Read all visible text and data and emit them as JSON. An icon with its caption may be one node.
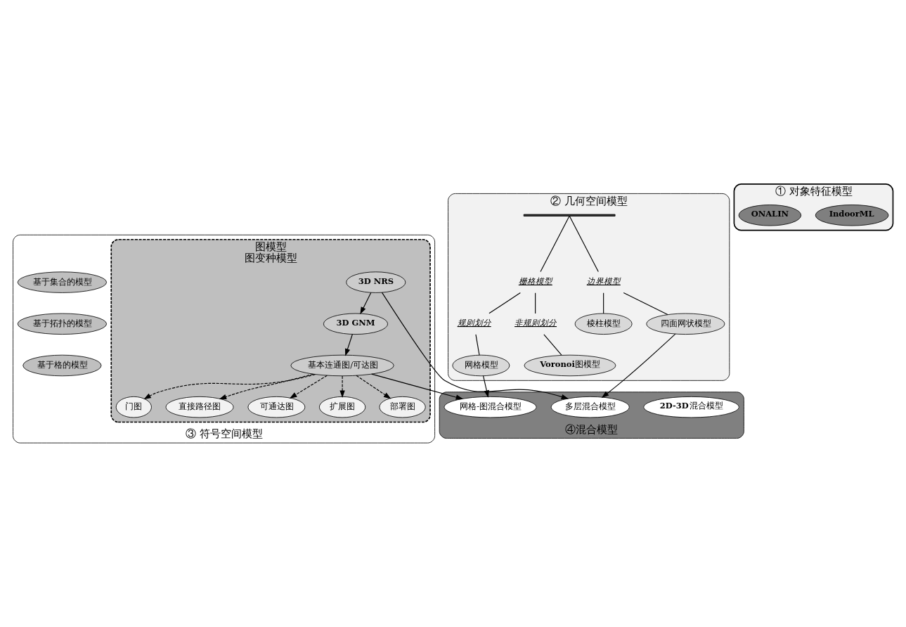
{
  "diagram": {
    "nodes": [
      {
        "text": [
          "② 几何空间模型"
        ]
      },
      {
        "text": [
          "边界模型"
        ],
        "in": 0
      },
      {
        "text": [
          "栅格模型"
        ],
        "in": 0
      },
      {
        "text": [
          "规则划分"
        ],
        "in": 0
      },
      {
        "text": [
          "非规则划分"
        ],
        "in": 0
      },
      {
        "text": [
          "棱柱模型"
        ],
        "in": 0
      },
      {
        "text": [
          "四面网状模型"
        ],
        "in": 0
      },
      {
        "text": [
          "网格模型"
        ],
        "in": 0
      },
      {
        "text": [
          "**Voronoi**图模型"
        ],
        "in": 0
      },
      {
        "text": [
          "① 对象特征模型"
        ]
      },
      {
        "text": [
          "IndoorML"
        ],
        "in": 9
      },
      {
        "text": [
          "ONALIN"
        ],
        "in": 9
      },
      {
        "text": [
          "④混合模型"
        ]
      },
      {
        "text": [
          "**2D-3D**混合模型"
        ],
        "in": 12
      },
      {
        "text": [
          "多层混合模型"
        ],
        "in": 12
      },
      {
        "text": [
          "网格-图混合模型"
        ],
        "in": 12
      },
      {
        "text": [
          "③ 符号空间模型"
        ]
      },
      {
        "text": [
          "基于集合的模型"
        ],
        "in": 16
      },
      {
        "text": [
          "基于拓扑的模型"
        ],
        "in": 16
      },
      {
        "text": [
          "基于格的模型"
        ],
        "in": 16
      },
      {
        "text": [
          "图模型",
          "图变种模型"
        ],
        "in": 16
      },
      {
        "text": [
          "3D NRS"
        ],
        "in": 20
      },
      {
        "text": [
          "3D GNM"
        ],
        "in": 20
      },
      {
        "text": [
          "基本连通图/可达图"
        ],
        "in": 20
      },
      {
        "text": [
          "部署图"
        ],
        "in": 20
      },
      {
        "text": [
          "门图"
        ],
        "in": 20
      },
      {
        "text": [
          "直接路径图"
        ],
        "in": 20
      },
      {
        "text": [
          "可通达图"
        ],
        "in": 20
      },
      {
        "text": [
          "扩展图"
        ],
        "in": 20
      },
      {
        "text": [],
        "shape": "bar",
        "in": 0
      }
    ],
    "edges": [
      {
        "from": 29,
        "to": 1,
        "arrow": "none"
      },
      {
        "from": 29,
        "to": 2,
        "arrow": "none"
      },
      {
        "from": 1,
        "to": 5,
        "arrow": "none"
      },
      {
        "from": 1,
        "to": 6,
        "arrow": "none"
      },
      {
        "from": 2,
        "to": 3,
        "arrow": "none"
      },
      {
        "from": 2,
        "to": 4,
        "arrow": "none"
      },
      {
        "from": 3,
        "to": 7,
        "arrow": "none"
      },
      {
        "from": 4,
        "to": 8,
        "arrow": "none"
      },
      {
        "from": 6,
        "to": 14,
        "arrow": "to"
      },
      {
        "from": 7,
        "to": 15,
        "arrow": "to"
      },
      {
        "from": 21,
        "to": 14,
        "arrow": "to"
      },
      {
        "from": 23,
        "to": 15,
        "arrow": "to"
      },
      {
        "from": 21,
        "to": 22,
        "arrow": "to"
      },
      {
        "from": 22,
        "to": 23,
        "arrow": "to"
      },
      {
        "from": 23,
        "to": 24,
        "arrow": "to",
        "style": "dashed"
      },
      {
        "from": 23,
        "to": 25,
        "arrow": "to",
        "style": "dashed"
      },
      {
        "from": 23,
        "to": 26,
        "arrow": "to",
        "style": "dashed"
      },
      {
        "from": 23,
        "to": 27,
        "arrow": "to",
        "style": "dashed"
      },
      {
        "from": 23,
        "to": 28,
        "arrow": "to",
        "style": "dashed"
      }
    ]
  }
}
